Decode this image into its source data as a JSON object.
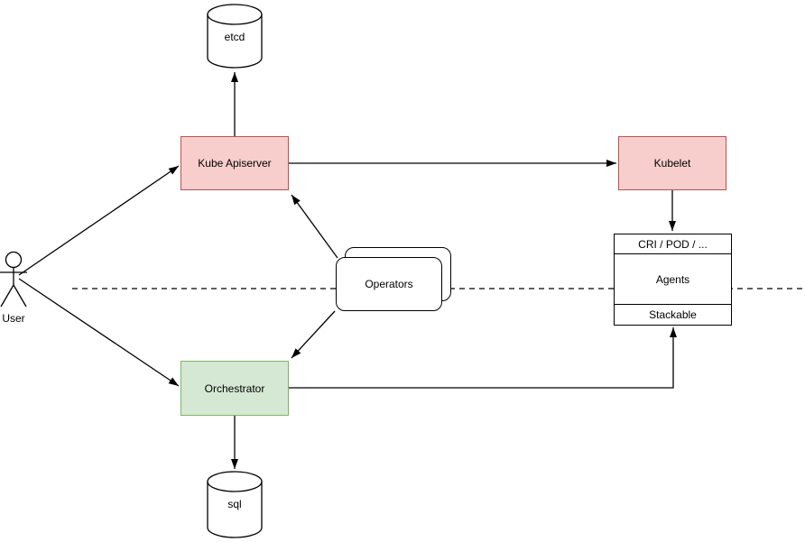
{
  "diagram": {
    "actor": {
      "label": "User"
    },
    "nodes": {
      "etcd": {
        "label": "etcd",
        "shape": "cylinder"
      },
      "kube_apiserver": {
        "label": "Kube Apiserver",
        "fill": "#f8cecc",
        "border": "#b85450"
      },
      "kubelet": {
        "label": "Kubelet",
        "fill": "#f8cecc",
        "border": "#b85450"
      },
      "operators": {
        "label": "Operators",
        "shape": "rounded-stacked"
      },
      "orchestrator": {
        "label": "Orchestrator",
        "fill": "#d5e8d4",
        "border": "#82b366"
      },
      "sql": {
        "label": "sql",
        "shape": "cylinder"
      },
      "agent_stack": {
        "rows": [
          "CRI / POD / ...",
          "Agents",
          "Stackable"
        ]
      }
    },
    "edges": [
      {
        "from": "User",
        "to": "Kube Apiserver"
      },
      {
        "from": "User",
        "to": "Orchestrator"
      },
      {
        "from": "Kube Apiserver",
        "to": "etcd"
      },
      {
        "from": "Kube Apiserver",
        "to": "Kubelet"
      },
      {
        "from": "Operators",
        "to": "Kube Apiserver"
      },
      {
        "from": "Operators",
        "to": "Orchestrator"
      },
      {
        "from": "Kubelet",
        "to": "CRI / POD / ..."
      },
      {
        "from": "Orchestrator",
        "to": "Stackable"
      },
      {
        "from": "Orchestrator",
        "to": "sql"
      }
    ],
    "divider": {
      "style": "dashed",
      "orientation": "horizontal"
    }
  }
}
